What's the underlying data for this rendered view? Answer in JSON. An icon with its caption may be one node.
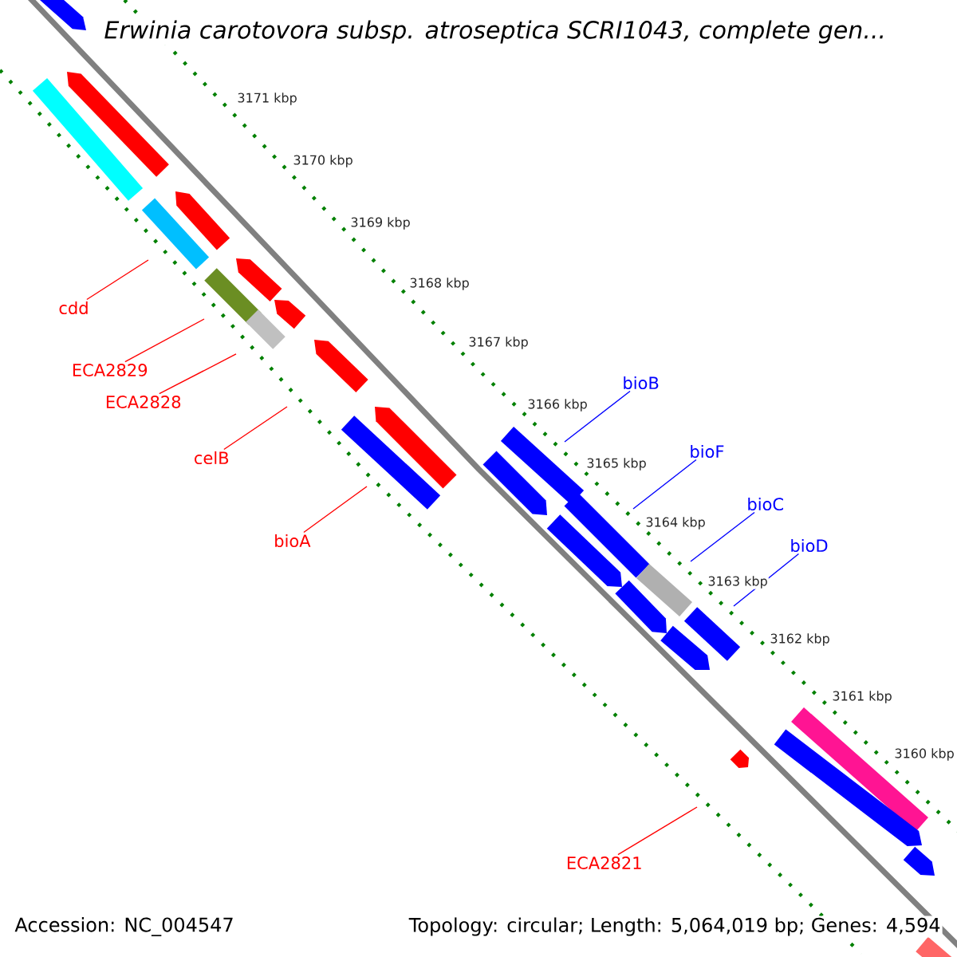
{
  "diagram": {
    "title": "Erwinia carotovora subsp. atroseptica SCRI1043, complete gen...",
    "nodes": [
      {
        "text": [
          "cdd"
        ]
      },
      {
        "text": [
          "ECA2829"
        ]
      },
      {
        "text": [
          "ECA2828"
        ]
      },
      {
        "text": [
          "celB"
        ]
      },
      {
        "text": [
          "bioA"
        ]
      },
      {
        "text": [
          "bioB"
        ]
      },
      {
        "text": [
          "bioF"
        ]
      },
      {
        "text": [
          "bioC"
        ]
      },
      {
        "text": [
          "bioD"
        ]
      },
      {
        "text": [
          "ECA2821"
        ]
      }
    ],
    "edges": [
      {
        "from": 0,
        "to": null,
        "arrow": "none",
        "color": "#ff0000"
      },
      {
        "from": 1,
        "to": null,
        "arrow": "none",
        "color": "#ff0000"
      },
      {
        "from": 2,
        "to": null,
        "arrow": "none",
        "color": "#ff0000"
      },
      {
        "from": 3,
        "to": null,
        "arrow": "none",
        "color": "#ff0000"
      },
      {
        "from": 4,
        "to": null,
        "arrow": "none",
        "color": "#ff0000"
      },
      {
        "from": 5,
        "to": null,
        "arrow": "none",
        "color": "#0000ff"
      },
      {
        "from": 6,
        "to": null,
        "arrow": "none",
        "color": "#0000ff"
      },
      {
        "from": 7,
        "to": null,
        "arrow": "none",
        "color": "#0000ff"
      },
      {
        "from": 8,
        "to": null,
        "arrow": "none",
        "color": "#0000ff"
      },
      {
        "from": 9,
        "to": null,
        "arrow": "none",
        "color": "#ff0000"
      }
    ],
    "labels": [
      "3171 kbp",
      "3170 kbp",
      "3169 kbp",
      "3168 kbp",
      "3167 kbp",
      "3166 kbp",
      "3165 kbp",
      "3164 kbp",
      "3163 kbp",
      "3162 kbp",
      "3161 kbp",
      "3160 kbp",
      "Accession: NC_004547",
      "Topology: circular; Length: 5,064,019 bp; Genes: 4,594"
    ]
  }
}
